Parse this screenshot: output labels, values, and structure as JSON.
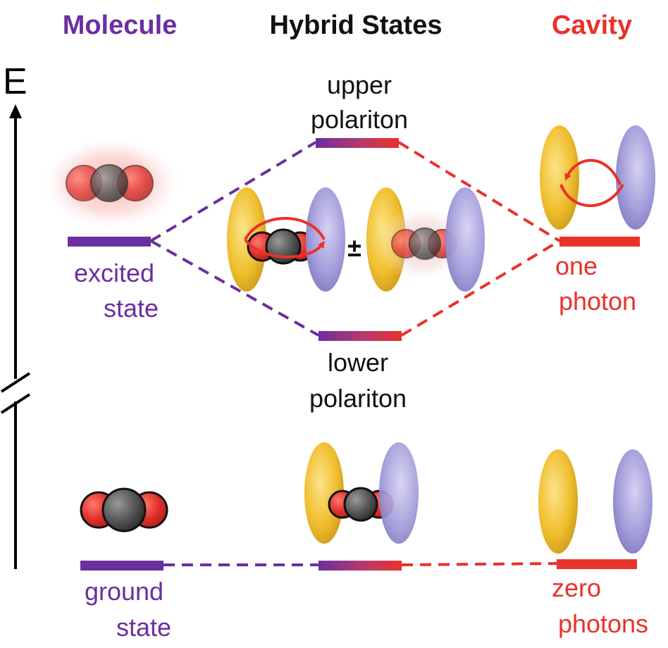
{
  "headers": {
    "molecule": "Molecule",
    "hybrid": "Hybrid States",
    "cavity": "Cavity"
  },
  "axis": {
    "label": "E"
  },
  "levels": {
    "excited_state": [
      "excited",
      "state"
    ],
    "ground_state": [
      "ground",
      "state"
    ],
    "upper_polariton": [
      "upper",
      "polariton"
    ],
    "lower_polariton": [
      "lower",
      "polariton"
    ],
    "one_photon": [
      "one",
      "photon"
    ],
    "zero_photons": [
      "zero",
      "photons"
    ]
  },
  "superposition_symbol": "±",
  "colors": {
    "molecule": "#6b2fa0",
    "cavity": "#e8322b",
    "hybrid": "#111111",
    "mirror_left": "#f2c232",
    "mirror_right": "#9d97d6",
    "atom_oxygen": "#e0302a",
    "atom_carbon": "#555555"
  }
}
